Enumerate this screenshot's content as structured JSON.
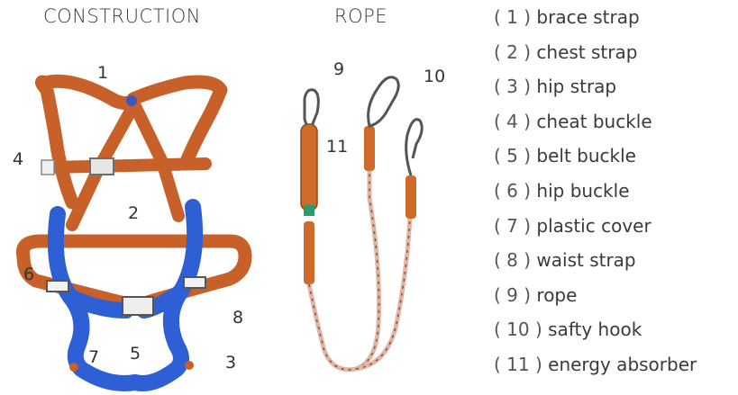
{
  "titles": {
    "construction": "CONSTRUCTION",
    "rope": "ROPE"
  },
  "callouts": {
    "n1": "1",
    "n2": "2",
    "n3": "3",
    "n4": "4",
    "n5": "5",
    "n6": "6",
    "n7": "7",
    "n8": "8",
    "n9": "9",
    "n10": "10",
    "n11": "11"
  },
  "legend": [
    {
      "num": "( 1 )",
      "label": "brace strap"
    },
    {
      "num": "( 2 )",
      "label": "chest strap"
    },
    {
      "num": "( 3 )",
      "label": "hip strap"
    },
    {
      "num": "( 4 )",
      "label": "cheat buckle"
    },
    {
      "num": "( 5 )",
      "label": "belt buckle"
    },
    {
      "num": "( 6 )",
      "label": "hip buckle"
    },
    {
      "num": "( 7 )",
      "label": "plastic cover"
    },
    {
      "num": "( 8 )",
      "label": "waist strap"
    },
    {
      "num": "( 9 )",
      "label": "rope"
    },
    {
      "num": "( 10 )",
      "label": "safty hook"
    },
    {
      "num": "( 11 )",
      "label": "energy absorber"
    }
  ],
  "colors": {
    "strap_orange": "#c8602a",
    "strap_blue": "#2f5fd4",
    "metal": "#8a8a8a",
    "rope_red": "#b83a30"
  }
}
